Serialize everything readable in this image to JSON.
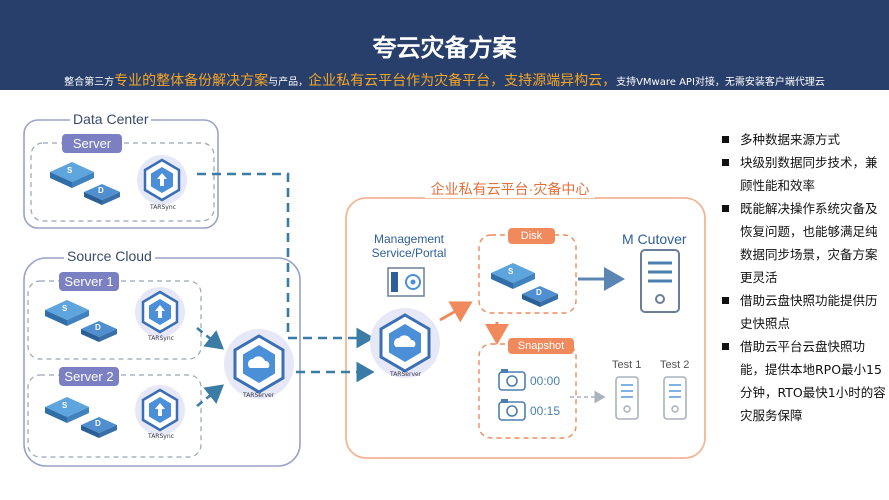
{
  "header": {
    "title": "夸云灾备方案",
    "subtitle": {
      "part1": "整合第三方",
      "part2": "专业的整体备份解决方案",
      "part3": "与产品，",
      "part4": "企业私有云平台作为灾备平台，支持源端异构云，",
      "part5": "支持VMware API对接，无需安装客户端代理云"
    }
  },
  "data_center": {
    "title": "Data Center",
    "server_label": "Server",
    "sync_label": "TARSync"
  },
  "source_cloud": {
    "title": "Source Cloud",
    "server1_label": "Server 1",
    "server2_label": "Server 2",
    "sync1_label": "TARSync",
    "sync2_label": "TARSync",
    "tarserver_label": "TARServer"
  },
  "dr_center": {
    "title": "企业私有云平台·灾备中心",
    "management_label": "Management Service/Portal",
    "tarserver_label": "TARServer",
    "disk_label": "Disk",
    "snapshot_label": "Snapshot",
    "snap_time_1": "00:00",
    "snap_time_2": "00:15",
    "cutover_label": "M Cutover",
    "test1_label": "Test 1",
    "test2_label": "Test 2"
  },
  "icon_letters": {
    "s": "S",
    "d": "D"
  },
  "bullets": [
    "多种数据来源方式",
    "块级别数据同步技术，兼顾性能和效率",
    "既能解决操作系统灾备及恢复问题，也能够满足纯数据同步场景，灾备方案更灵活",
    "借助云盘快照功能提供历史快照点",
    "借助云平台云盘快照功能，提供本地RPO最小15分钟，RTO最快1小时的容灾服务保障"
  ],
  "colors": {
    "header_bg": "#283e6b",
    "accent_orange": "#f5a623",
    "dr_orange": "#f08a5d",
    "blue_dashed": "#3a7ca5",
    "purple_pill": "#7b80c2",
    "hex_blue": "#4a8fd8"
  }
}
